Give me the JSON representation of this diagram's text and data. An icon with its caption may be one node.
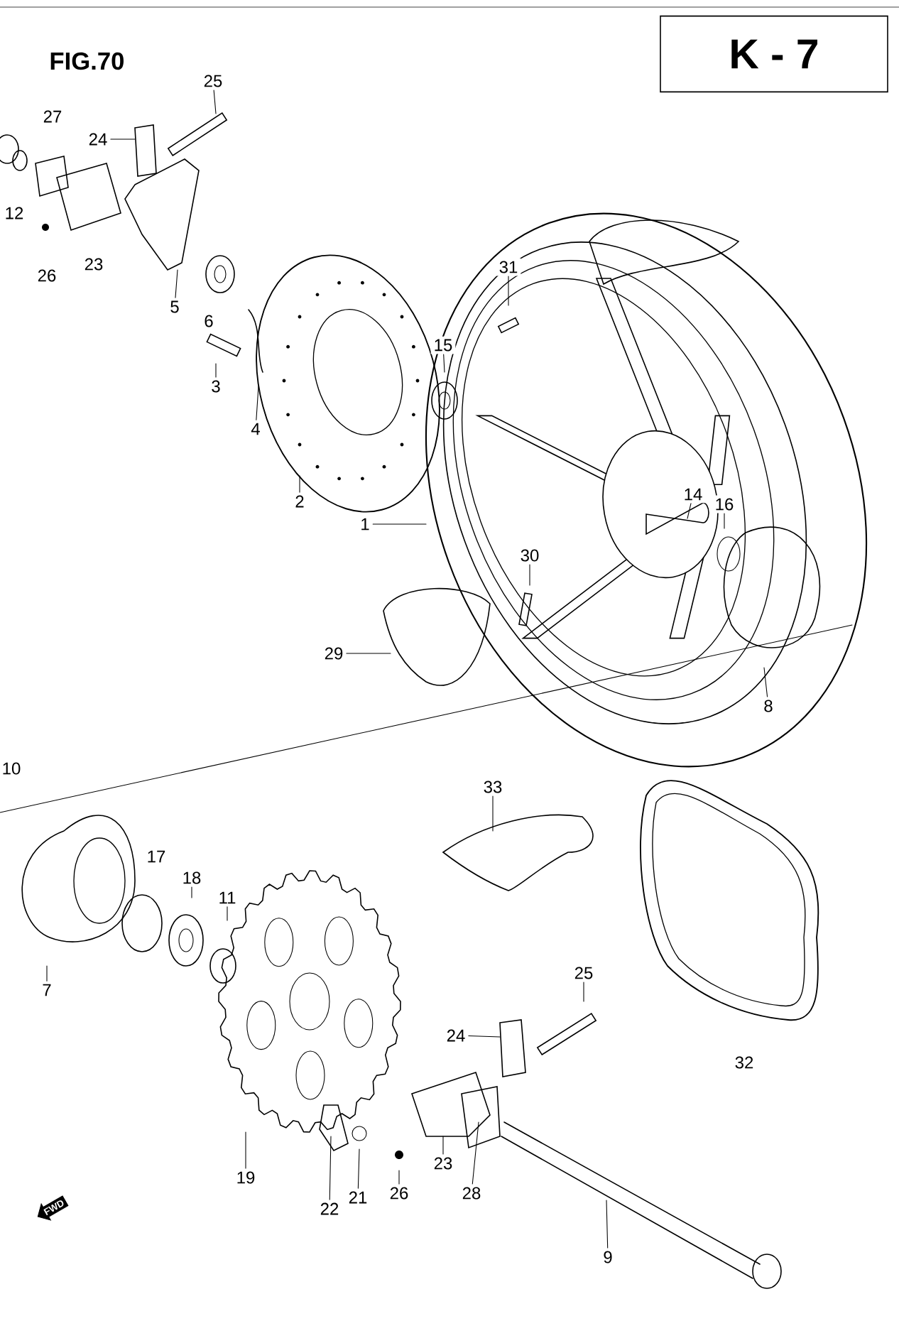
{
  "diagram": {
    "title": "FIG.70",
    "nodes": [
      {
        "text": [
          "K - 7"
        ]
      },
      {
        "text": [
          "25"
        ]
      },
      {
        "text": [
          "27"
        ]
      },
      {
        "text": [
          "24"
        ]
      },
      {
        "text": [
          "12"
        ]
      },
      {
        "text": [
          "23"
        ]
      },
      {
        "text": [
          "26"
        ]
      },
      {
        "text": [
          "31"
        ]
      },
      {
        "text": [
          "5"
        ]
      },
      {
        "text": [
          "6"
        ]
      },
      {
        "text": [
          "15"
        ]
      },
      {
        "text": [
          "3"
        ]
      },
      {
        "text": [
          "4"
        ]
      },
      {
        "text": [
          "14"
        ]
      },
      {
        "text": [
          "2"
        ]
      },
      {
        "text": [
          "16"
        ]
      },
      {
        "text": [
          "1"
        ]
      },
      {
        "text": [
          "30"
        ]
      },
      {
        "text": [
          "29"
        ]
      },
      {
        "text": [
          "8"
        ]
      },
      {
        "text": [
          "10"
        ]
      },
      {
        "text": [
          "33"
        ]
      },
      {
        "text": [
          "17"
        ]
      },
      {
        "text": [
          "18"
        ]
      },
      {
        "text": [
          "11"
        ]
      },
      {
        "text": [
          "7"
        ]
      },
      {
        "text": [
          "25"
        ]
      },
      {
        "text": [
          "24"
        ]
      },
      {
        "text": [
          "32"
        ]
      },
      {
        "text": [
          "19"
        ]
      },
      {
        "text": [
          "23"
        ]
      },
      {
        "text": [
          "22"
        ]
      },
      {
        "text": [
          "21"
        ]
      },
      {
        "text": [
          "26"
        ]
      },
      {
        "text": [
          "28"
        ]
      },
      {
        "text": [
          "9"
        ]
      }
    ],
    "edges": [
      {
        "from": 1,
        "to": null,
        "arrow": "none"
      },
      {
        "from": 3,
        "to": null,
        "arrow": "none"
      },
      {
        "from": 7,
        "to": null,
        "arrow": "none"
      },
      {
        "from": 8,
        "to": null,
        "arrow": "none"
      },
      {
        "from": 10,
        "to": null,
        "arrow": "none"
      },
      {
        "from": 11,
        "to": null,
        "arrow": "none"
      },
      {
        "from": 12,
        "to": null,
        "arrow": "none"
      },
      {
        "from": 13,
        "to": null,
        "arrow": "none"
      },
      {
        "from": 14,
        "to": null,
        "arrow": "none"
      },
      {
        "from": 15,
        "to": null,
        "arrow": "none"
      },
      {
        "from": 16,
        "to": null,
        "arrow": "none"
      },
      {
        "from": 17,
        "to": null,
        "arrow": "none"
      },
      {
        "from": 18,
        "to": null,
        "arrow": "none"
      },
      {
        "from": 19,
        "to": null,
        "arrow": "none"
      },
      {
        "from": 21,
        "to": null,
        "arrow": "none"
      },
      {
        "from": 23,
        "to": null,
        "arrow": "none"
      },
      {
        "from": 24,
        "to": null,
        "arrow": "none"
      },
      {
        "from": 25,
        "to": null,
        "arrow": "none"
      },
      {
        "from": 26,
        "to": null,
        "arrow": "none"
      },
      {
        "from": 27,
        "to": null,
        "arrow": "none"
      },
      {
        "from": 29,
        "to": null,
        "arrow": "none"
      },
      {
        "from": 30,
        "to": null,
        "arrow": "none"
      },
      {
        "from": 31,
        "to": null,
        "arrow": "none"
      },
      {
        "from": 32,
        "to": null,
        "arrow": "none"
      },
      {
        "from": 33,
        "to": null,
        "arrow": "none"
      },
      {
        "from": 34,
        "to": null,
        "arrow": "none"
      },
      {
        "from": 35,
        "to": null,
        "arrow": "none"
      }
    ],
    "labels": [
      "FWD"
    ]
  }
}
